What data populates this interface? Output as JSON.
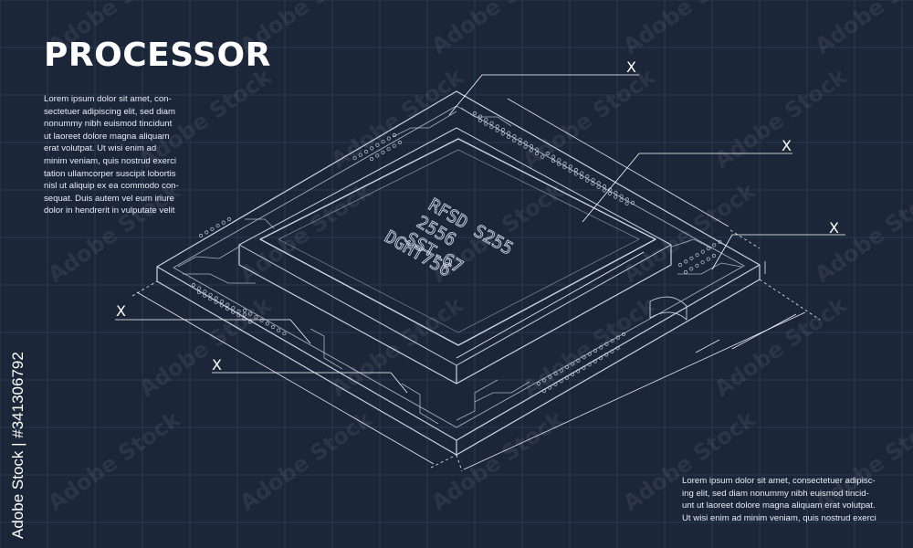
{
  "title": "PROCESSOR",
  "paragraph_left": "Lorem ipsum dolor sit amet, con-\nsectetuer adipiscing elit, sed diam\nnonummy nibh euismod tincidunt\nut laoreet dolore magna aliquam\nerat volutpat. Ut wisi enim ad\nminim veniam, quis nostrud exerci\ntation ullamcorper suscipit lobortis\nnisl ut aliquip ex ea commodo con-\nsequat. Duis autem vel eum iriure\ndolor in hendrerit in vulputate velit",
  "paragraph_right": "Lorem ipsum dolor sit amet, consectetuer adipisc-\ning elit, sed diam nonummy nibh euismod tincid-\nunt ut laoreet dolore magna aliquam erat volutpat.\nUt wisi enim ad minim veniam, quis nostrud exerci",
  "chip_engraving": [
    "RFSD S255",
    "2556",
    "SST-67",
    "DGHT756"
  ],
  "callout_label": "X",
  "watermark": "Adobe Stock",
  "stock_id": "Adobe Stock | #341306792",
  "colors": {
    "background": "#1b2638",
    "grid": "#2a3a52",
    "line": "#c9d3e2",
    "text": "#ffffff"
  }
}
